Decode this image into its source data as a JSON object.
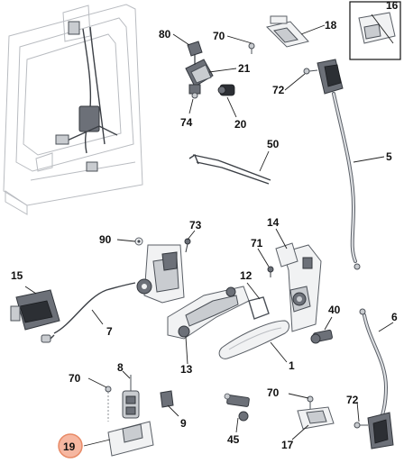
{
  "callouts": {
    "c1": "1",
    "c5": "5",
    "c6": "6",
    "c7": "7",
    "c8": "8",
    "c9": "9",
    "c12": "12",
    "c13": "13",
    "c14": "14",
    "c15": "15",
    "c16": "16",
    "c17": "17",
    "c18": "18",
    "c19": "19",
    "c20": "20",
    "c21": "21",
    "c40": "40",
    "c45": "45",
    "c50": "50",
    "c70a": "70",
    "c70b": "70",
    "c70c": "70",
    "c71": "71",
    "c72a": "72",
    "c72b": "72",
    "c73": "73",
    "c74": "74",
    "c80": "80",
    "c90": "90"
  },
  "colors": {
    "highlight_fill": "#f6b7a1",
    "highlight_stroke": "#e88a66",
    "part_stroke": "#4b5057"
  },
  "highlighted_callout": "19"
}
